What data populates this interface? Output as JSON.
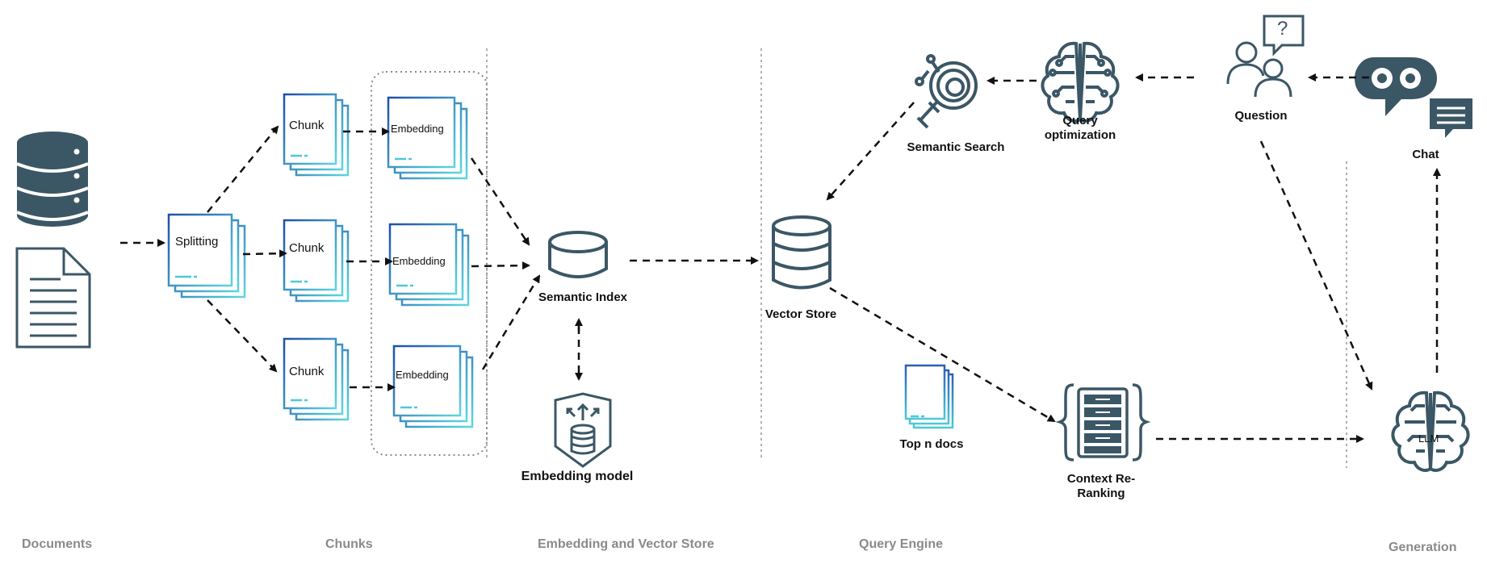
{
  "nodes": {
    "splitting": "Splitting",
    "chunk_1": "Chunk",
    "chunk_2": "Chunk",
    "chunk_3": "Chunk",
    "embedding_1": "Embedding",
    "embedding_2": "Embedding",
    "embedding_3": "Embedding",
    "semantic_index": "Semantic Index",
    "embedding_model": "Embedding model",
    "vector_store": "Vector Store",
    "semantic_search": "Semantic Search",
    "query_optimization": "Query optimization",
    "question": "Question",
    "chat": "Chat",
    "top_n_docs": "Top n docs",
    "context_reranking": "Context Re-Ranking",
    "llm": "LLM",
    "question_mark": "?"
  },
  "sections": {
    "documents": "Documents",
    "chunks": "Chunks",
    "embedding_vector_store": "Embedding and Vector Store",
    "query_engine": "Query Engine",
    "generation": "Generation"
  },
  "colors": {
    "icon": "#3b5766",
    "doc_grad_start": "#1f4fa8",
    "doc_grad_end": "#5ed6e0",
    "section_text": "#8a8a8a",
    "divider": "#b0b0b0"
  }
}
